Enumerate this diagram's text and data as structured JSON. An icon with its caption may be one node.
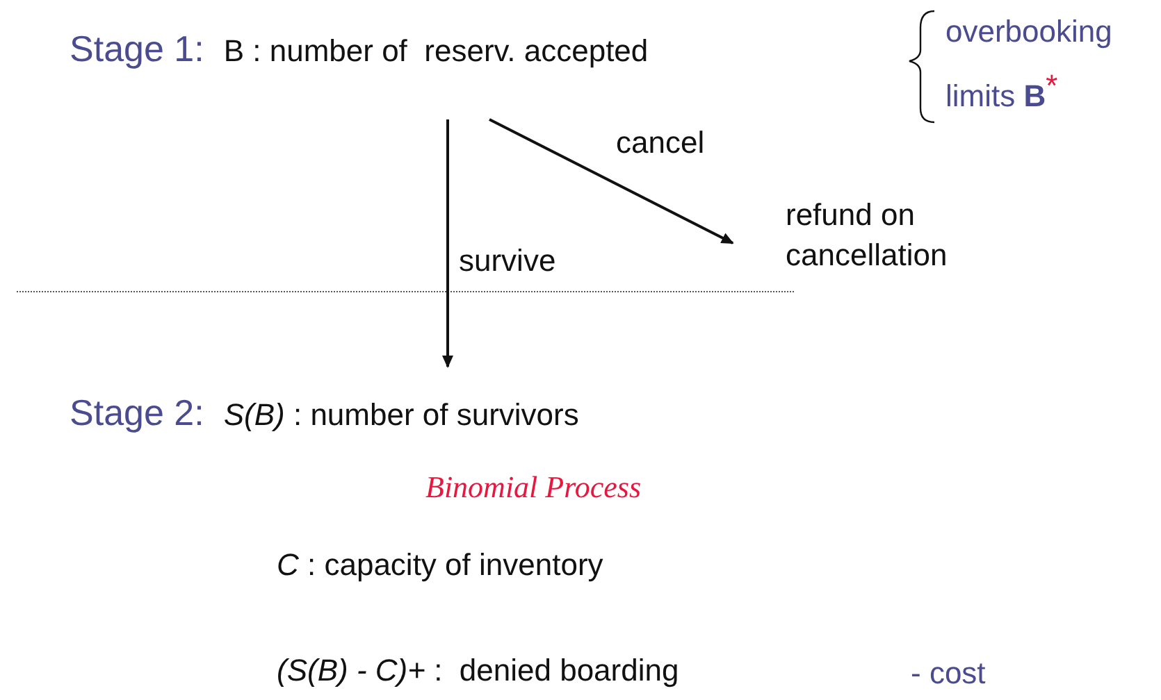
{
  "diagram": {
    "nodes": [
      {
        "text": [
          "Stage 1:",
          "B : number of  reserv. accepted"
        ]
      },
      {
        "text": [
          "refund on cancellation"
        ]
      },
      {
        "text": [
          "Stage 2:",
          "*S(B)* : number of survivors"
        ]
      }
    ],
    "edges": [
      {
        "from": 0,
        "to": 1,
        "arrow": "to",
        "label": "cancel"
      },
      {
        "from": 0,
        "to": 2,
        "arrow": "to",
        "label": "survive"
      }
    ],
    "labels": [
      "overbooking",
      "limits **B**$^{*}$",
      "Binomial Process",
      "*C* : capacity of inventory",
      "*(S(B) - C)+* :  denied boarding",
      "- cost"
    ]
  }
}
